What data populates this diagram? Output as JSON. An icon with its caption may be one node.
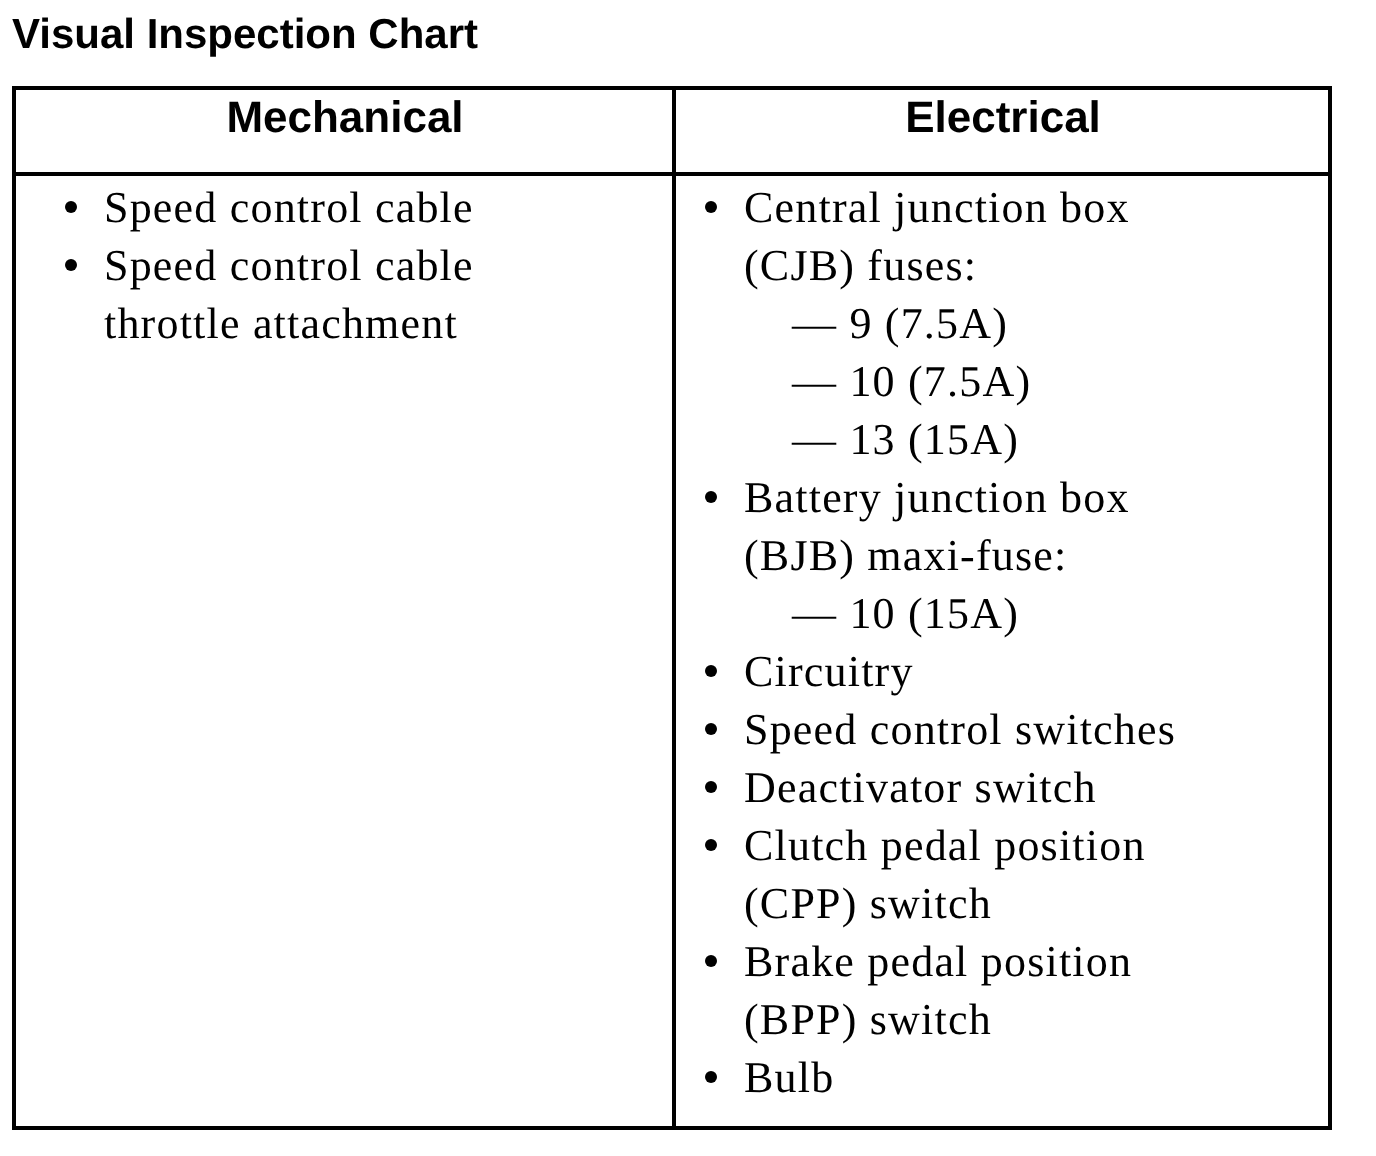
{
  "diagram": {
    "title": "Visual Inspection Chart",
    "labels": [
      "Mechanical",
      "Electrical",
      "Speed control cable",
      "Speed control cable throttle attachment",
      "Central junction box (CJB) fuses:",
      "— 9 (7.5A)",
      "— 10 (7.5A)",
      "— 13 (15A)",
      "Battery junction box (BJB) maxi-fuse:",
      "— 10 (15A)",
      "Circuitry",
      "Speed control switches",
      "Deactivator switch",
      "Clutch pedal position (CPP) switch",
      "Brake pedal position (BPP) switch",
      "Bulb"
    ]
  }
}
